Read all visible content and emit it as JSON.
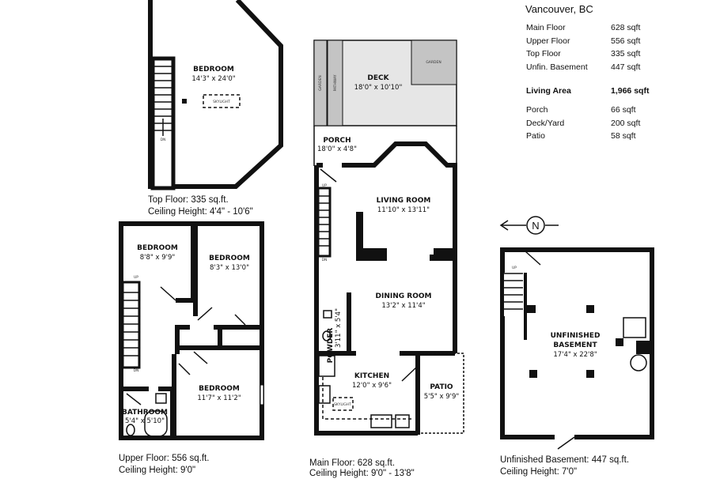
{
  "summary": {
    "location": "Vancouver, BC",
    "rows": [
      {
        "label": "Main Floor",
        "value": "628 sqft"
      },
      {
        "label": "Upper Floor",
        "value": "556 sqft"
      },
      {
        "label": "Top Floor",
        "value": "335 sqft"
      },
      {
        "label": "Unfin. Basement",
        "value": "447 sqft"
      }
    ],
    "total": {
      "label": "Living Area",
      "value": "1,966 sqft"
    },
    "extras": [
      {
        "label": "Porch",
        "value": "66 sqft"
      },
      {
        "label": "Deck/Yard",
        "value": "200 sqft"
      },
      {
        "label": "Patio",
        "value": "58 sqft"
      }
    ]
  },
  "compass": {
    "letter": "N"
  },
  "top_floor": {
    "caption": "Top Floor: 335 sq.ft.",
    "ceiling": "Ceiling Height: 4'4\" - 10'6\"",
    "rooms": [
      {
        "name": "BEDROOM",
        "dims": "14'3\" x 24'0\""
      }
    ],
    "skylight": "SKYLIGHT",
    "stair_dn": "DN"
  },
  "upper_floor": {
    "caption": "Upper Floor: 556 sq.ft.",
    "ceiling": "Ceiling Height: 9'0\"",
    "rooms": [
      {
        "name": "BEDROOM",
        "dims": "8'8\" x 9'9\""
      },
      {
        "name": "BEDROOM",
        "dims": "8'3\" x 13'0\""
      },
      {
        "name": "BEDROOM",
        "dims": "11'7\" x 11'2\""
      },
      {
        "name": "BATHROOM",
        "dims": "5'4\" x 5'10\""
      }
    ],
    "stair_up": "UP",
    "stair_dn": "DN"
  },
  "main_floor": {
    "caption": "Main Floor: 628 sq.ft.",
    "ceiling": "Ceiling Height: 9'0\" - 13'8\"",
    "rooms": [
      {
        "name": "DECK",
        "dims": "18'0\" x 10'10\""
      },
      {
        "name": "PORCH",
        "dims": "18'0\" x 4'8\""
      },
      {
        "name": "LIVING ROOM",
        "dims": "11'10\" x 13'11\""
      },
      {
        "name": "DINING ROOM",
        "dims": "13'2\" x 11'4\""
      },
      {
        "name": "POWDER",
        "dims": "3'11\" x 5'4\""
      },
      {
        "name": "KITCHEN",
        "dims": "12'0\" x 9'6\""
      },
      {
        "name": "PATIO",
        "dims": "5'5\" x 9'9\""
      }
    ],
    "garden_left": "GARDEN",
    "pathway": "PATHWAY",
    "garden_right": "GARDEN",
    "skylight": "SKYLIGHT",
    "stair_up": "UP",
    "stair_dn": "DN"
  },
  "basement": {
    "caption": "Unfinished Basement: 447 sq.ft.",
    "ceiling": "Ceiling Height: 7'0\"",
    "room": {
      "name1": "UNFINISHED",
      "name2": "BASEMENT",
      "dims": "17'4\" x 22'8\""
    },
    "stair_up": "UP"
  },
  "colors": {
    "garden": "#c4c4c4",
    "deck": "#e6e6e6",
    "wall": "#111111"
  }
}
